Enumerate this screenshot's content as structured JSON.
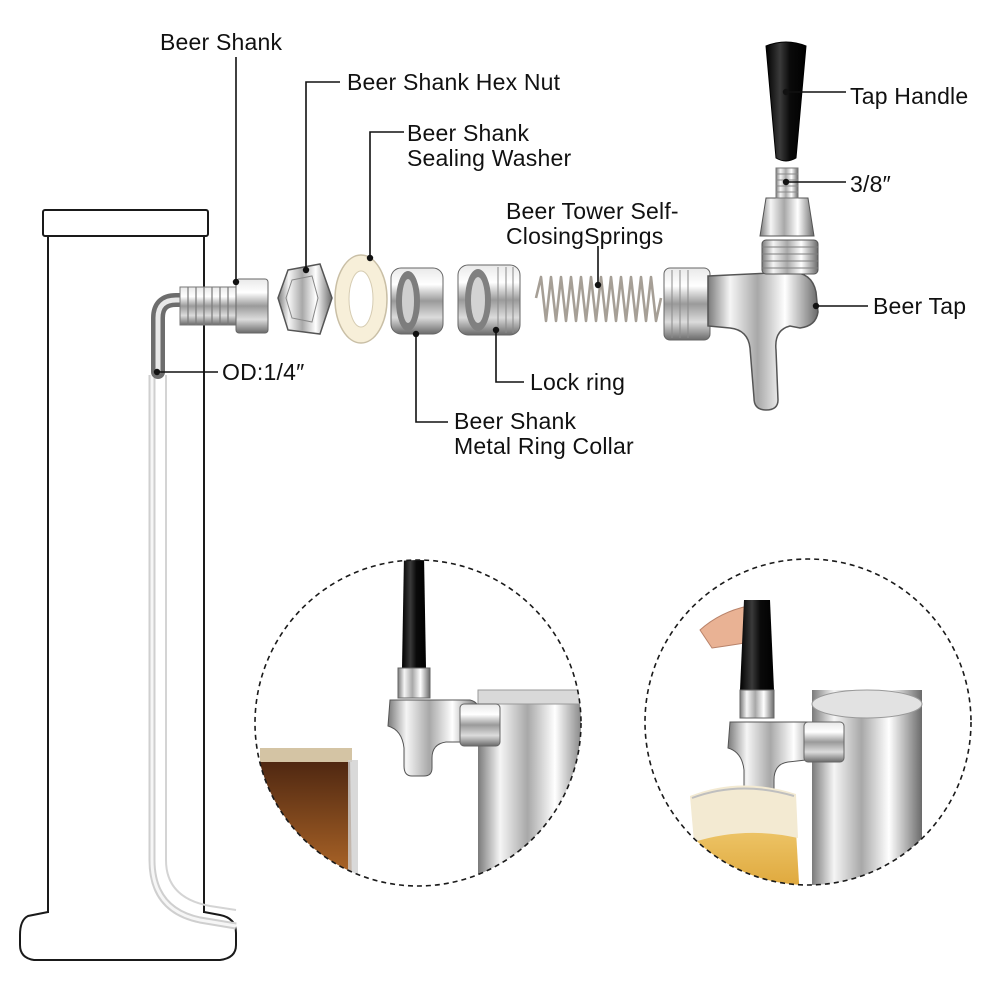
{
  "labels": {
    "beer_shank": "Beer Shank",
    "hex_nut": "Beer Shank Hex Nut",
    "sealing_washer": [
      "Beer Shank",
      "Sealing Washer"
    ],
    "springs": [
      "Beer Tower Self-",
      "ClosingSprings"
    ],
    "tap_handle": "Tap Handle",
    "thread_size": "3/8″",
    "beer_tap": "Beer Tap",
    "tube_od": "OD:1/4″",
    "lock_ring": "Lock ring",
    "metal_ring_collar": [
      "Beer Shank",
      "Metal Ring Collar"
    ]
  },
  "colors": {
    "outline": "#1a1a1a",
    "chrome_light": "#f2f2f2",
    "chrome_dark": "#6e6e6e",
    "handle": "#111111",
    "washer": "#f7efd9",
    "beer": "#8a4a1c",
    "foam": "#f3ead2"
  }
}
